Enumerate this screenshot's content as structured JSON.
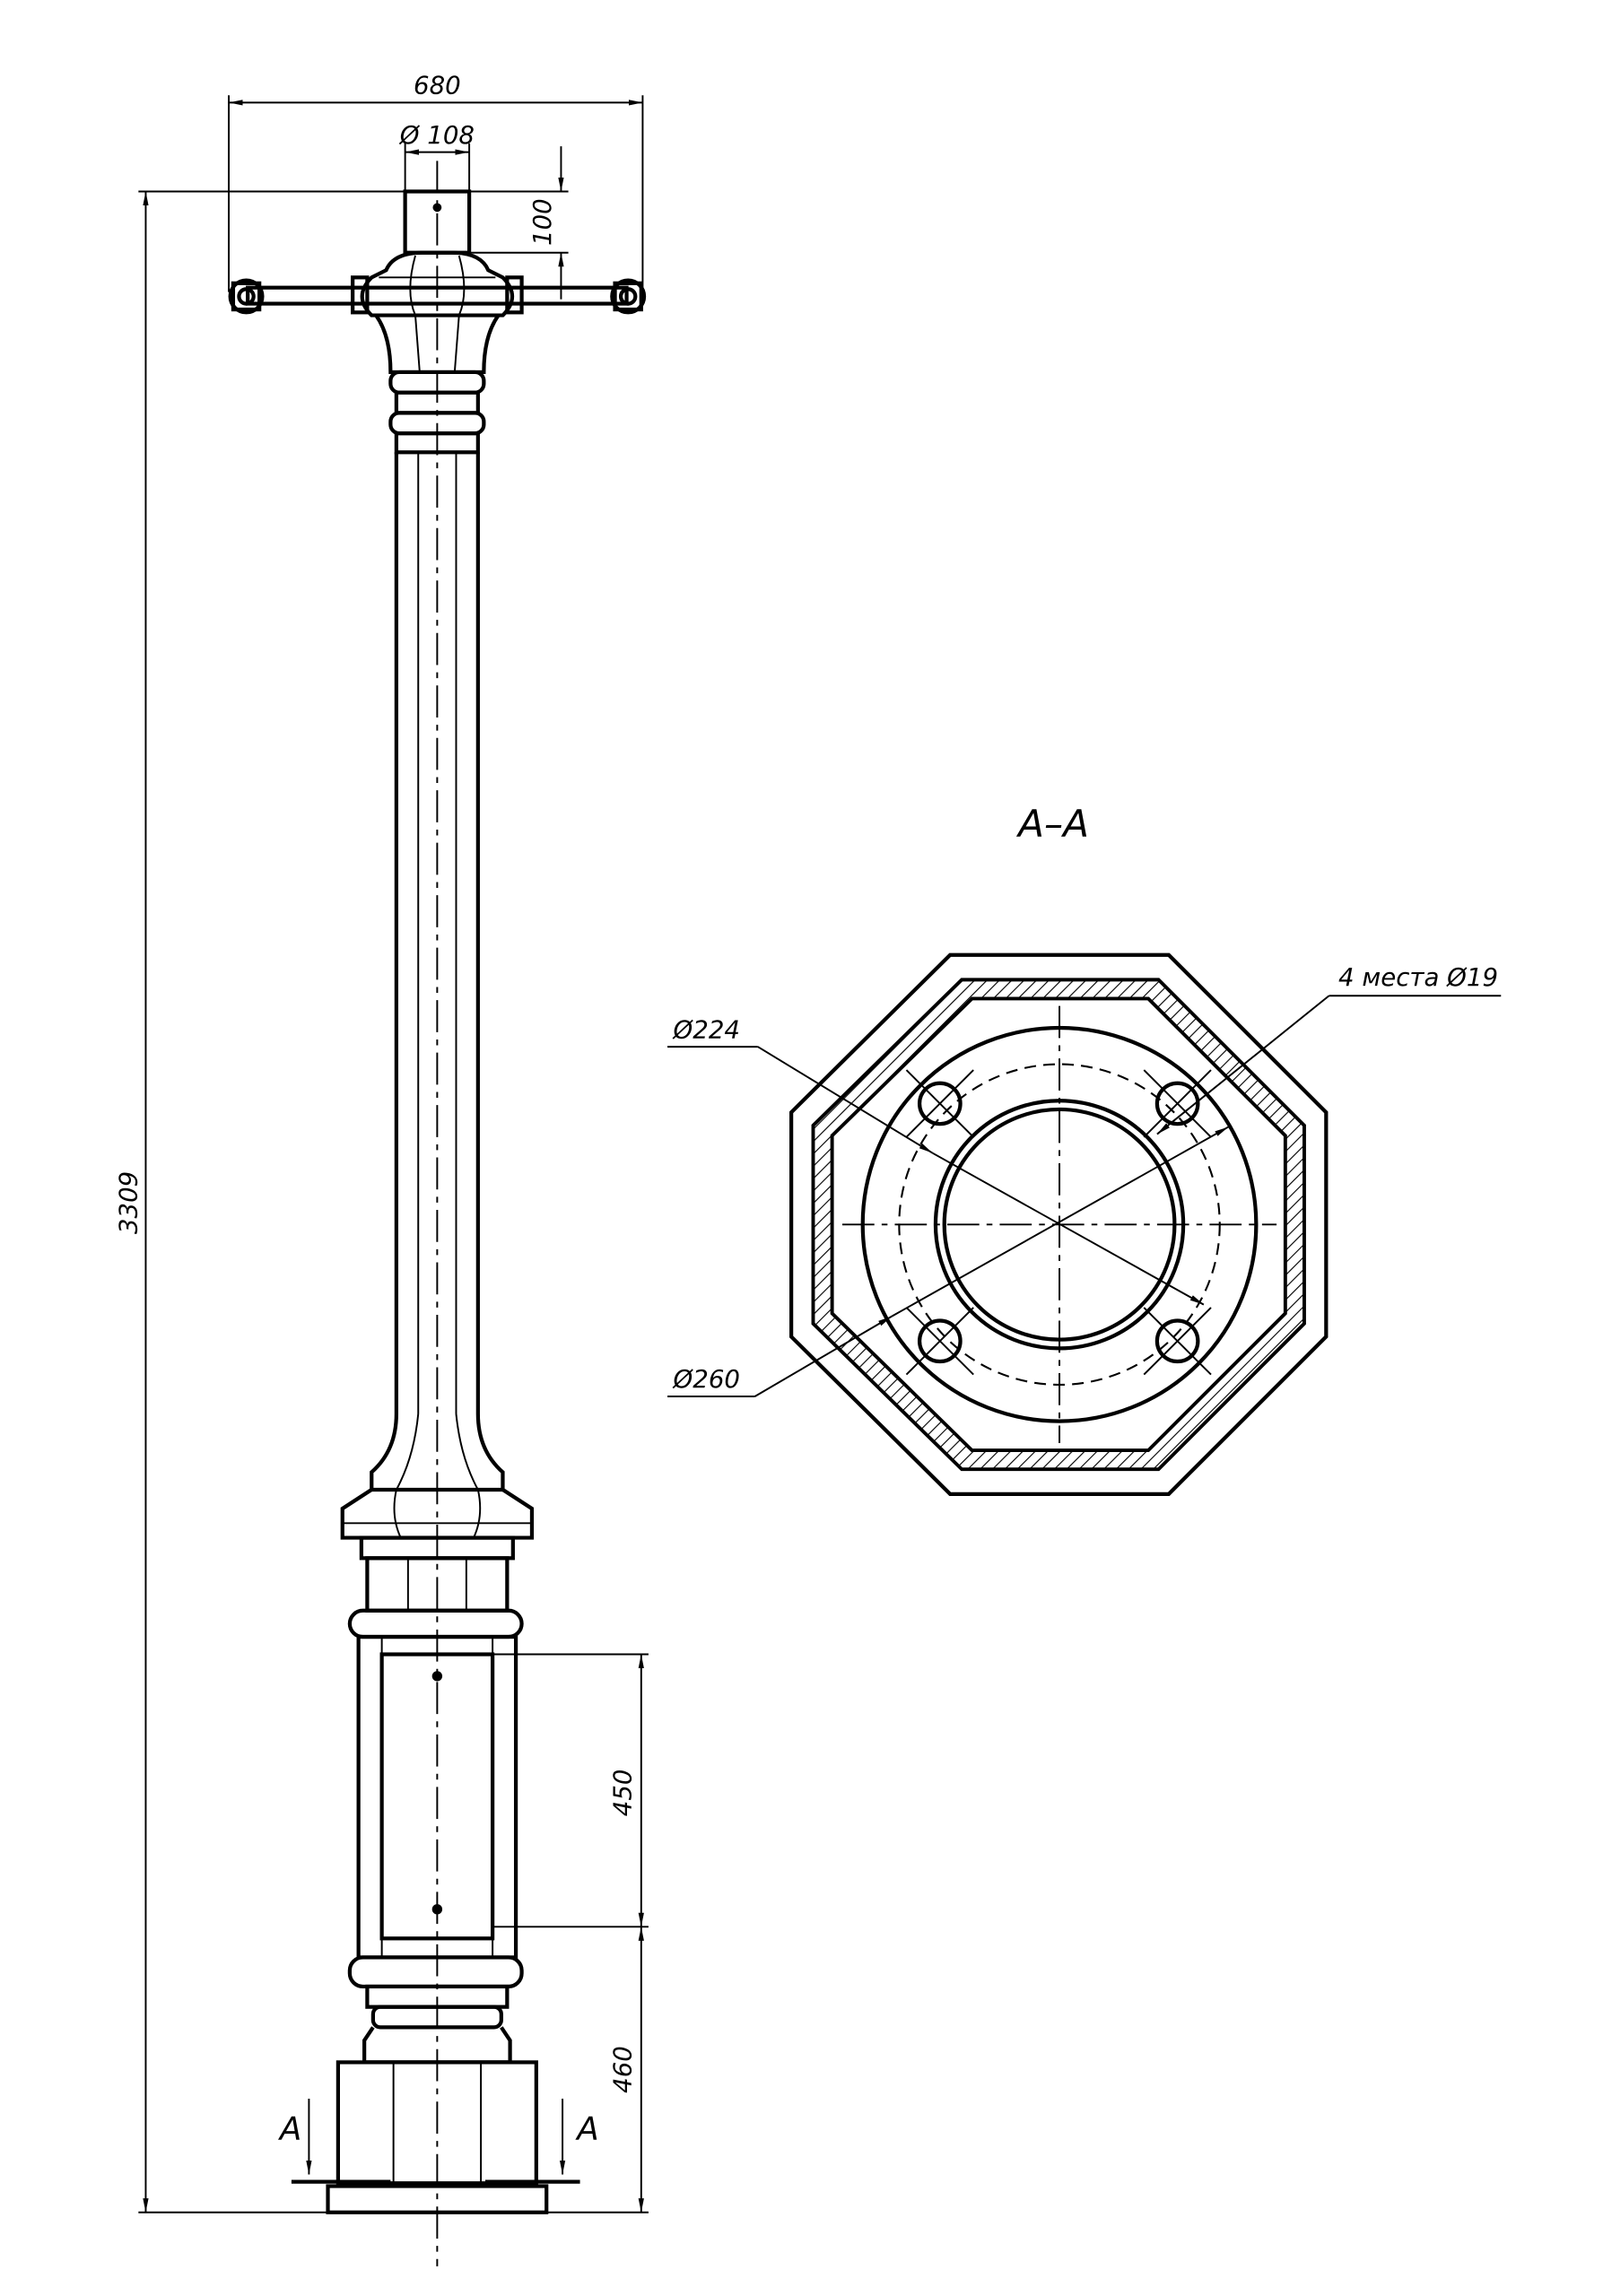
{
  "drawing": {
    "dimensions": {
      "overall_width": "680",
      "tube_diameter": "Ø 108",
      "tube_height": "100",
      "overall_height": "3309",
      "door_height": "450",
      "door_offset": "460"
    },
    "section_marks": {
      "left": "A",
      "right": "A"
    },
    "section_view": {
      "title": "A–A",
      "dia_inner": "Ø224",
      "dia_outer": "Ø260",
      "holes": "4 места Ø19"
    }
  }
}
